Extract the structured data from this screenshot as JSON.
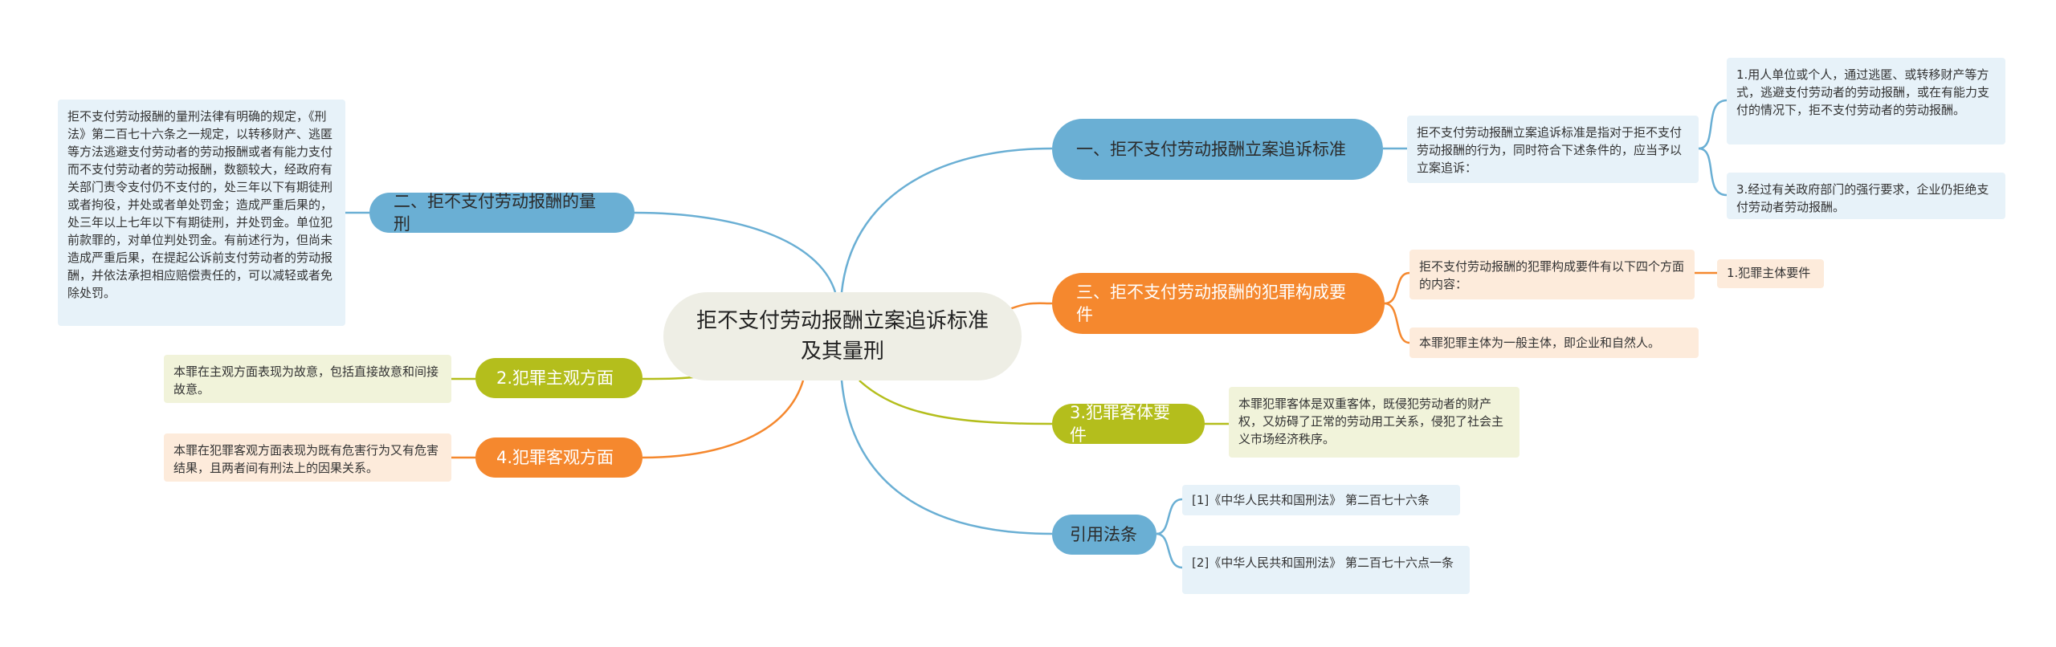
{
  "center": "拒不支付劳动报酬立案追诉标准及其量刑",
  "branch_1": {
    "title": "一、拒不支付劳动报酬立案追诉标准",
    "desc": "拒不支付劳动报酬立案追诉标准是指对于拒不支付劳动报酬的行为，同时符合下述条件的，应当予以立案追诉：",
    "items": [
      "1.用人单位或个人，通过逃匿、或转移财产等方式，逃避支付劳动者的劳动报酬，或在有能力支付的情况下，拒不支付劳动者的劳动报酬。",
      "3.经过有关政府部门的强行要求，企业仍拒绝支付劳动者劳动报酬。"
    ]
  },
  "branch_2": {
    "title": "二、拒不支付劳动报酬的量刑",
    "desc": "拒不支付劳动报酬的量刑法律有明确的规定，《刑法》第二百七十六条之一规定，以转移财产、逃匿等方法逃避支付劳动者的劳动报酬或者有能力支付而不支付劳动者的劳动报酬，数额较大，经政府有关部门责令支付仍不支付的，处三年以下有期徒刑或者拘役，并处或者单处罚金；造成严重后果的，处三年以上七年以下有期徒刑，并处罚金。单位犯前款罪的，对单位判处罚金。有前述行为，但尚未造成严重后果，在提起公诉前支付劳动者的劳动报酬，并依法承担相应赔偿责任的，可以减轻或者免除处罚。"
  },
  "branch_3": {
    "title": "三、拒不支付劳动报酬的犯罪构成要件",
    "desc": "拒不支付劳动报酬的犯罪构成要件有以下四个方面的内容：",
    "sub": "1.犯罪主体要件",
    "desc2": "本罪犯罪主体为一般主体，即企业和自然人。"
  },
  "branch_subjective": {
    "title": "2.犯罪主观方面",
    "desc": "本罪在主观方面表现为故意，包括直接故意和间接故意。"
  },
  "branch_object": {
    "title": "3.犯罪客体要件",
    "desc": "本罪犯罪客体是双重客体，既侵犯劳动者的财产权，又妨碍了正常的劳动用工关系，侵犯了社会主义市场经济秩序。"
  },
  "branch_objective": {
    "title": "4.犯罪客观方面",
    "desc": "本罪在犯罪客观方面表现为既有危害行为又有危害结果，且两者间有刑法上的因果关系。"
  },
  "branch_refs": {
    "title": "引用法条",
    "items": [
      "[1]《中华人民共和国刑法》 第二百七十六条",
      "[2]《中华人民共和国刑法》 第二百七十六点一条"
    ]
  },
  "colors": {
    "blue": "#6aafd4",
    "orange": "#f5882e",
    "olive": "#b4be1c",
    "center": "#eeeee5"
  }
}
